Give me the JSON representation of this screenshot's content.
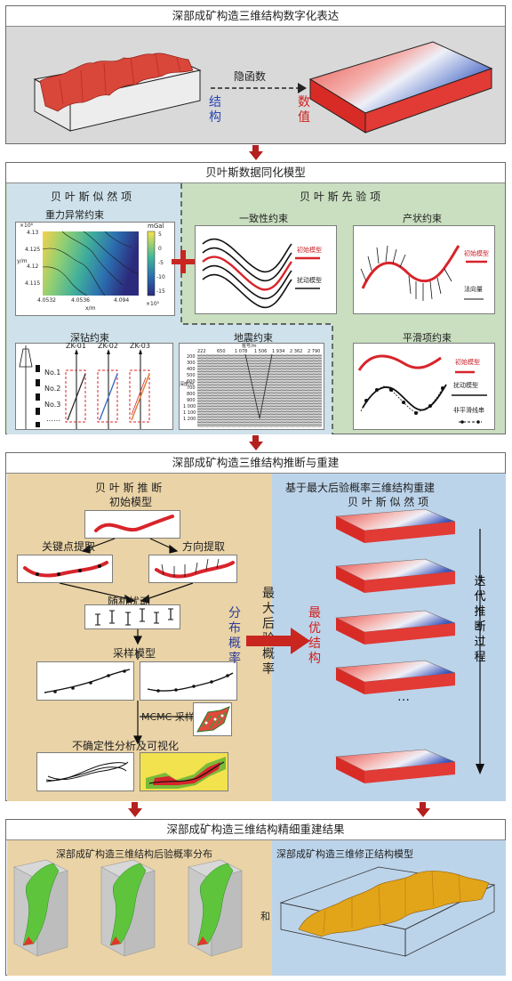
{
  "section1": {
    "title": "深部成矿构造三维结构数字化表达",
    "implicit_function": "隐函数",
    "structure": "结构",
    "numeric": "数值"
  },
  "section2": {
    "title": "贝叶斯数据同化模型",
    "likelihood": "贝 叶 斯 似 然 项",
    "prior": "贝 叶 斯 先 验 项",
    "gravity": {
      "title": "重力异常约束",
      "unit": "mGal",
      "y_label": "y/m",
      "x_label": "x/m",
      "y_exp": "×10⁶",
      "x_exp": "×10⁵",
      "y_ticks": [
        "4.13",
        "4.125",
        "4.12",
        "4.115"
      ],
      "x_ticks": [
        "4.0532",
        "4.0536",
        "4.094"
      ],
      "cb_ticks": [
        "5",
        "0",
        "-5",
        "-10",
        "-15"
      ]
    },
    "consistency": {
      "title": "一致性约束",
      "initial": "初始模型",
      "perturbed": "扰动模型"
    },
    "attitude": {
      "title": "产状约束",
      "initial": "初始模型",
      "normal": "法向量"
    },
    "drill": {
      "title": "深钻约束",
      "holes": [
        "ZK-01",
        "ZK-02",
        "ZK-03"
      ],
      "layers": [
        "No.1",
        "No.2",
        "No.3",
        "……"
      ]
    },
    "seismic": {
      "title": "地震约束",
      "trace_label": "桩号/m",
      "depth_label": "深度/m",
      "x_ticks": [
        "222",
        "650",
        "1 078",
        "1 506",
        "1 934",
        "2 362",
        "2 790"
      ],
      "y_ticks": [
        "200",
        "300",
        "400",
        "500",
        "600",
        "700",
        "800",
        "900",
        "1 000",
        "1 100",
        "1 200"
      ]
    },
    "smooth": {
      "title": "平滑项约束",
      "initial": "初始模型",
      "perturbed": "扰动模型",
      "nonsmooth": "非平滑线串"
    }
  },
  "section3": {
    "title": "深部成矿构造三维结构推断与重建",
    "inference": "贝 叶 斯 推 断",
    "initial_model": "初始模型",
    "keypoint": "关键点提取",
    "direction": "方向提取",
    "perturb": "随机扰动",
    "sampling": "采样模型",
    "mcmc": "MCMC 采样",
    "uncertainty": "不确定性分析及可视化",
    "dist_prob": "分布概率",
    "max_posterior": "最大后验概率",
    "optimal": "最优结构",
    "recon_title": "基于最大后验概率三维结构重建",
    "likelihood": "贝 叶 斯 似 然 项",
    "iterative": "迭代推断过程",
    "ellipsis": "…"
  },
  "section4": {
    "title": "深部成矿构造三维结构精细重建结果",
    "posterior": "深部成矿构造三维结构后验概率分布",
    "and": "和",
    "corrected": "深部成矿构造三维修正结构模型"
  }
}
